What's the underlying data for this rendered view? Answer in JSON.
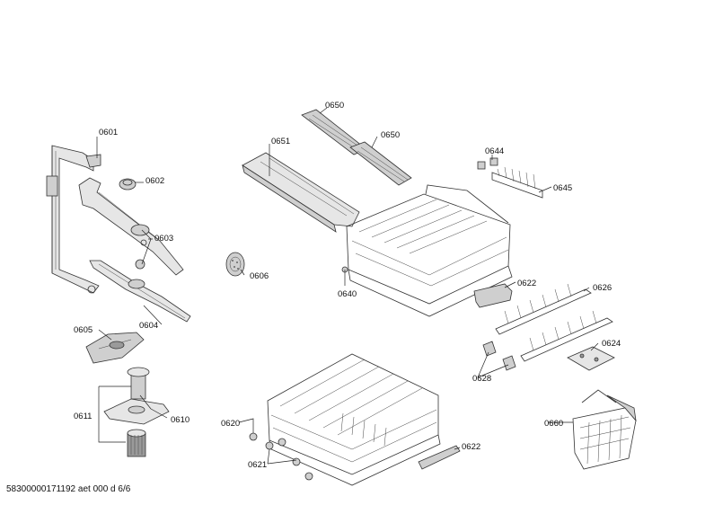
{
  "parts": [
    {
      "id": "p0601",
      "number": "0601"
    },
    {
      "id": "p0602",
      "number": "0602"
    },
    {
      "id": "p0603",
      "number": "0603"
    },
    {
      "id": "p0604",
      "number": "0604"
    },
    {
      "id": "p0605",
      "number": "0605"
    },
    {
      "id": "p0606",
      "number": "0606"
    },
    {
      "id": "p0610",
      "number": "0610"
    },
    {
      "id": "p0611",
      "number": "0611"
    },
    {
      "id": "p0620",
      "number": "0620"
    },
    {
      "id": "p0621",
      "number": "0621"
    },
    {
      "id": "p0622a",
      "number": "0622"
    },
    {
      "id": "p0622b",
      "number": "0622"
    },
    {
      "id": "p0624",
      "number": "0624"
    },
    {
      "id": "p0626",
      "number": "0626"
    },
    {
      "id": "p0628",
      "number": "0628"
    },
    {
      "id": "p0640",
      "number": "0640"
    },
    {
      "id": "p0644",
      "number": "0644"
    },
    {
      "id": "p0645",
      "number": "0645"
    },
    {
      "id": "p0650a",
      "number": "0650"
    },
    {
      "id": "p0650b",
      "number": "0650"
    },
    {
      "id": "p0651",
      "number": "0651"
    },
    {
      "id": "p0660",
      "number": "0660"
    }
  ],
  "footer": {
    "document_code": "58300000171192 aet 000 d 6/6"
  }
}
